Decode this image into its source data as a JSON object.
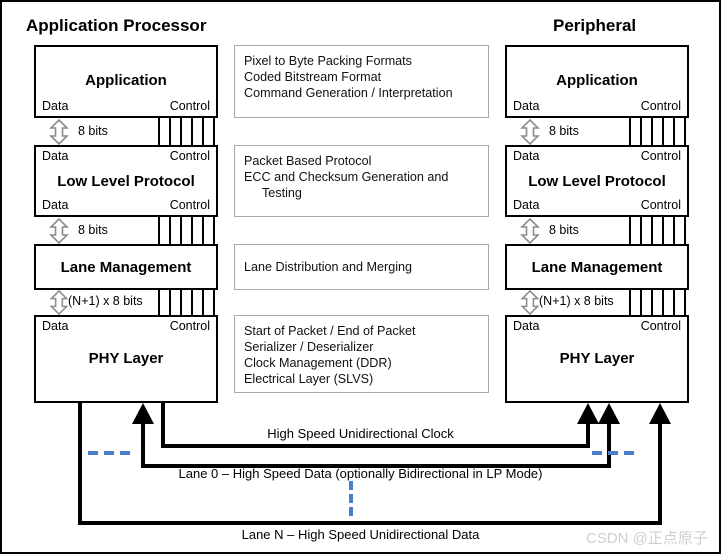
{
  "diagram": {
    "title_left": "Application Processor",
    "title_right": "Peripheral",
    "watermark": "CSDN @正点原子"
  },
  "layers": [
    {
      "name": "Application",
      "top_left": "",
      "top_right": "",
      "bottom_left": "Data",
      "bottom_right": "Control"
    },
    {
      "name": "Low Level Protocol",
      "top_left": "Data",
      "top_right": "Control",
      "bottom_left": "Data",
      "bottom_right": "Control"
    },
    {
      "name": "Lane Management",
      "top_left": "",
      "top_right": "",
      "bottom_left": "",
      "bottom_right": ""
    },
    {
      "name": "PHY Layer",
      "top_left": "Data",
      "top_right": "Control",
      "bottom_left": "",
      "bottom_right": ""
    }
  ],
  "interfaces": [
    {
      "label": "8 bits"
    },
    {
      "label": "8 bits"
    },
    {
      "label": "(N+1) x 8 bits"
    }
  ],
  "descriptions": [
    {
      "lines": [
        "Pixel to Byte Packing Formats",
        "Coded Bitstream Format",
        "Command Generation / Interpretation"
      ]
    },
    {
      "lines": [
        "Packet Based Protocol",
        "ECC and Checksum Generation and",
        "Testing"
      ]
    },
    {
      "lines": [
        "Lane Distribution and Merging"
      ]
    },
    {
      "lines": [
        "Start of Packet / End of Packet",
        "Serializer / Deserializer",
        "Clock Management (DDR)",
        "Electrical Layer (SLVS)"
      ]
    }
  ],
  "connections": [
    {
      "label": "High Speed Unidirectional Clock"
    },
    {
      "label": "Lane 0 – High Speed Data (optionally Bidirectional in LP Mode)"
    },
    {
      "label": "Lane N – High Speed Unidirectional Data"
    }
  ],
  "colors": {
    "dash_blue": "#4a7fd0",
    "line_black": "#000000",
    "desc_border": "#a8a8a8"
  }
}
